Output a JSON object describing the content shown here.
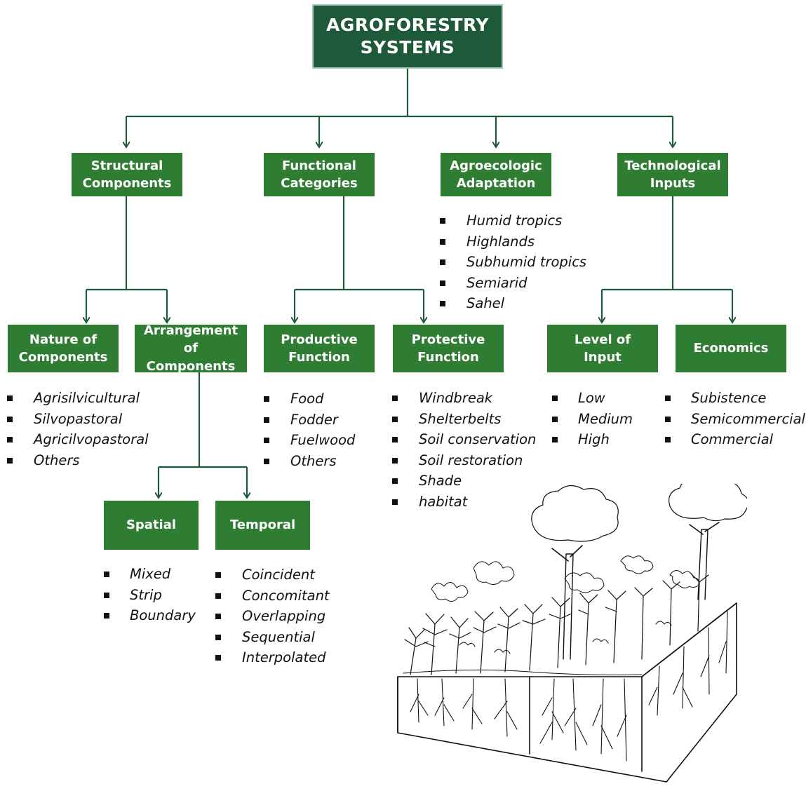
{
  "root": "AGROFORESTRY\nSYSTEMS",
  "level1": {
    "structural": "Structural\nComponents",
    "functional": "Functional\nCategories",
    "agroecologic": "Agroecologic\nAdaptation",
    "technological": "Technological\nInputs"
  },
  "level2": {
    "nature": "Nature of\nComponents",
    "arrangement": "Arrangement\nof Components",
    "productive": "Productive\nFunction",
    "protective": "Protective\nFunction",
    "level_of_input": "Level of\nInput",
    "economics": "Economics"
  },
  "level3": {
    "spatial": "Spatial",
    "temporal": "Temporal"
  },
  "lists": {
    "agroecologic": [
      "Humid tropics",
      "Highlands",
      "Subhumid tropics",
      "Semiarid",
      "Sahel"
    ],
    "nature": [
      "Agrisilvicultural",
      "Silvopastoral",
      "Agricilvopastoral",
      "Others"
    ],
    "productive": [
      "Food",
      "Fodder",
      "Fuelwood",
      "Others"
    ],
    "protective": [
      "Windbreak",
      "Shelterbelts",
      "Soil conservation",
      "Soil restoration",
      "Shade",
      "habitat"
    ],
    "level_of_input": [
      "Low",
      "Medium",
      "High"
    ],
    "economics": [
      "Subistence",
      "Semicommercial",
      "Commercial"
    ],
    "spatial": [
      "Mixed",
      "Strip",
      "Boundary"
    ],
    "temporal": [
      "Coincident",
      "Concomitant",
      "Overlapping",
      "Sequential",
      "Interpolated"
    ]
  },
  "colors": {
    "box_fill": "#2e7d32",
    "root_fill": "#1e5a3a",
    "connector": "#1e5a3a",
    "text": "#111111"
  }
}
